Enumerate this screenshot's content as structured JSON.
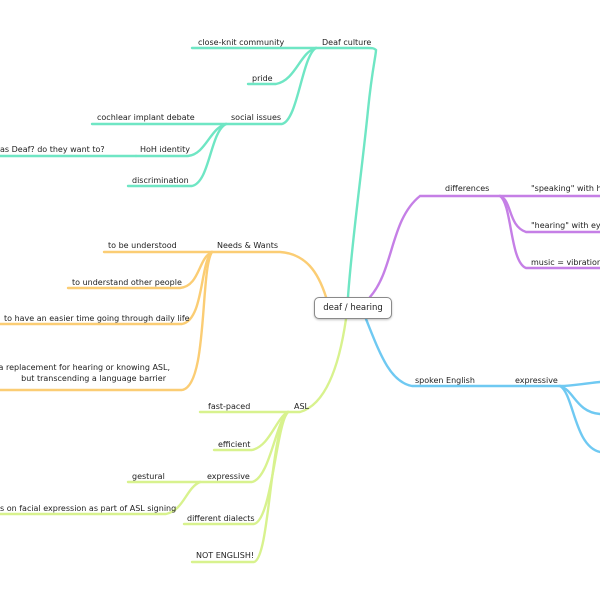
{
  "center": {
    "label": "deaf / hearing"
  },
  "colors": {
    "deaf_culture": "#6fe6c4",
    "needs_wants": "#fbcd74",
    "asl": "#d8f28e",
    "differences": "#c57fe6",
    "spoken_english": "#6fc9f2"
  },
  "branches": {
    "deaf_culture": {
      "label": "Deaf culture",
      "children": {
        "close_knit": "close-knit community",
        "pride": "pride",
        "social_issues": "social issues",
        "cochlear": "cochlear implant debate",
        "hoh_identity": "HoH identity",
        "identify_as_deaf": "as Deaf? do they want to?",
        "discrimination": "discrimination"
      }
    },
    "needs_wants": {
      "label": "Needs & Wants",
      "children": {
        "understood": "to be understood",
        "understand_others": "to understand other people",
        "easier_time": "to have an easier time going through daily life",
        "replacement_line1": "not a replacement for hearing or knowing ASL,",
        "replacement_line2": "but transcending a language barrier"
      }
    },
    "asl": {
      "label": "ASL",
      "children": {
        "fast_paced": "fast-paced",
        "efficient": "efficient",
        "expressive": "expressive",
        "gestural": "gestural",
        "facial": "s on facial expression as part of ASL signing",
        "dialects": "different dialects",
        "not_english": "NOT ENGLISH!"
      }
    },
    "differences": {
      "label": "differences",
      "children": {
        "speaking_hands": "\"speaking\" with har",
        "hearing_eyes": "\"hearing\" with eyes",
        "music": "music = vibrations"
      }
    },
    "spoken_english": {
      "label": "spoken English",
      "children": {
        "expressive": "expressive"
      }
    }
  }
}
